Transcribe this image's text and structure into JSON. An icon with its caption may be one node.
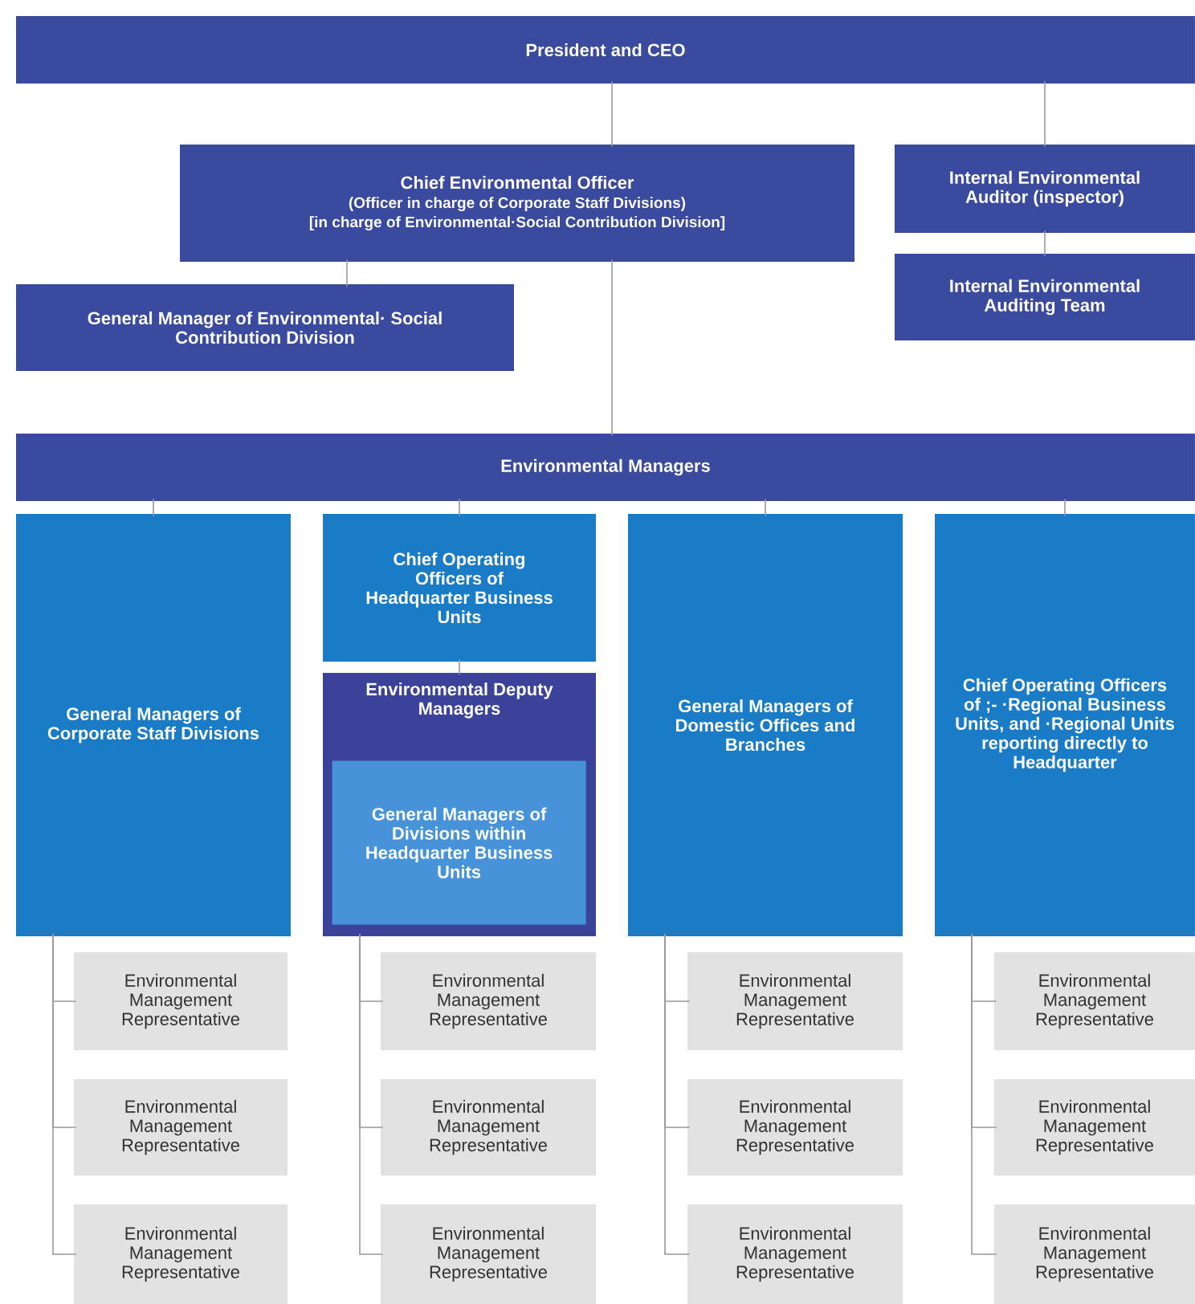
{
  "diagram": {
    "nodes": [
      {
        "text": [
          "President and CEO"
        ]
      },
      {
        "text": [
          "Chief Environmental Officer",
          "(Officer in charge of Corporate Staff Divisions)",
          "[in charge of Environmental·Social Contribution Division]"
        ]
      },
      {
        "text": [
          "Internal Environmental Auditor (inspector)"
        ]
      },
      {
        "text": [
          "General Manager of Environmental· Social Contribution Division"
        ]
      },
      {
        "text": [
          "Internal Environmental Auditing Team"
        ]
      },
      {
        "text": [
          "Environmental Managers"
        ]
      },
      {
        "text": [
          "General Managers of Corporate Staff Divisions"
        ]
      },
      {
        "text": [
          "Chief Operating Officers of Headquarter Business Units"
        ]
      },
      {
        "text": [
          "Environmental Deputy Managers"
        ]
      },
      {
        "text": [
          "General Managers of Divisions within Headquarter Business Units"
        ],
        "in": 8
      },
      {
        "text": [
          "General Managers of Domestic Offices and Branches"
        ]
      },
      {
        "text": [
          "Chief Operating Officers of ;- ·Regional Business Units, and ·Regional Units reporting directly to Headquarter"
        ]
      },
      {
        "text": [
          "Environmental Management Representative"
        ]
      },
      {
        "text": [
          "Environmental Management Representative"
        ]
      },
      {
        "text": [
          "Environmental Management Representative"
        ]
      },
      {
        "text": [
          "Environmental Management Representative"
        ]
      },
      {
        "text": [
          "Environmental Management Representative"
        ]
      },
      {
        "text": [
          "Environmental Management Representative"
        ]
      },
      {
        "text": [
          "Environmental Management Representative"
        ]
      },
      {
        "text": [
          "Environmental Management Representative"
        ]
      },
      {
        "text": [
          "Environmental Management Representative"
        ]
      },
      {
        "text": [
          "Environmental Management Representative"
        ]
      },
      {
        "text": [
          "Environmental Management Representative"
        ]
      },
      {
        "text": [
          "Environmental Management Representative"
        ]
      }
    ],
    "edges": [
      {
        "from": 0,
        "to": 1,
        "arrow": "none"
      },
      {
        "from": 1,
        "to": 3,
        "arrow": "none"
      },
      {
        "from": 0,
        "to": 2,
        "arrow": "none"
      },
      {
        "from": 2,
        "to": 4,
        "arrow": "none"
      },
      {
        "from": 1,
        "to": 5,
        "arrow": "none"
      },
      {
        "from": 5,
        "to": 6,
        "arrow": "none"
      },
      {
        "from": 5,
        "to": 7,
        "arrow": "none"
      },
      {
        "from": 5,
        "to": 10,
        "arrow": "none"
      },
      {
        "from": 5,
        "to": 11,
        "arrow": "none"
      },
      {
        "from": 7,
        "to": 8,
        "arrow": "none"
      },
      {
        "from": 6,
        "to": 12,
        "arrow": "none"
      },
      {
        "from": 6,
        "to": 13,
        "arrow": "none"
      },
      {
        "from": 6,
        "to": 14,
        "arrow": "none"
      },
      {
        "from": 8,
        "to": 15,
        "arrow": "none"
      },
      {
        "from": 8,
        "to": 16,
        "arrow": "none"
      },
      {
        "from": 8,
        "to": 17,
        "arrow": "none"
      },
      {
        "from": 10,
        "to": 18,
        "arrow": "none"
      },
      {
        "from": 10,
        "to": 19,
        "arrow": "none"
      },
      {
        "from": 10,
        "to": 20,
        "arrow": "none"
      },
      {
        "from": 11,
        "to": 21,
        "arrow": "none"
      },
      {
        "from": 11,
        "to": 22,
        "arrow": "none"
      },
      {
        "from": 11,
        "to": 23,
        "arrow": "none"
      }
    ]
  }
}
